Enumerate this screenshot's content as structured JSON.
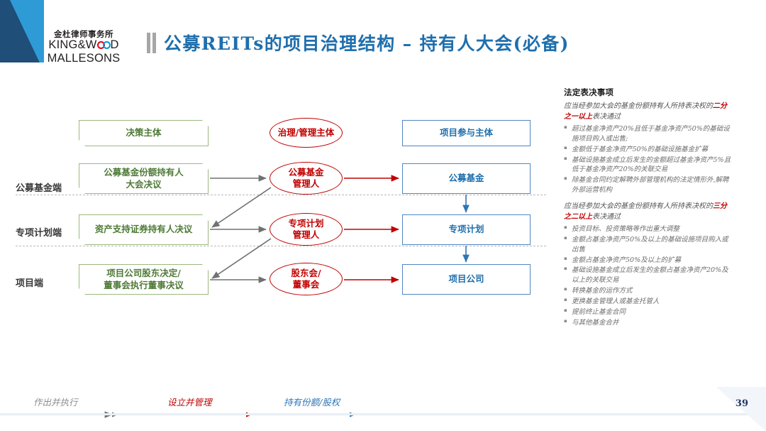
{
  "brand": {
    "cn_name": "金杜律师事务所",
    "en_line1": "KING&W",
    "en_line1_tail": "D",
    "en_line2": "MALLESONS",
    "navy": "#1f4e79",
    "blue": "#2e9bd6"
  },
  "title": "公募REITs的项目治理结构 – 持有人大会(必备)",
  "diagram": {
    "band_labels": [
      "公募基金端",
      "专项计划端",
      "项目端"
    ],
    "column_headers": {
      "decision": "决策主体",
      "governance": "治理/管理主体",
      "participant": "项目参与主体"
    },
    "rows": [
      {
        "decision": "公募基金份额持有人\n大会决议",
        "governance": "公募基金\n管理人",
        "participant": "公募基金"
      },
      {
        "decision": "资产支持证券持有人决议",
        "governance": "专项计划\n管理人",
        "participant": "专项计划"
      },
      {
        "decision": "项目公司股东决定/\n董事会执行董事决议",
        "governance": "股东会/\n董事会",
        "participant": "项目公司"
      }
    ]
  },
  "legend": [
    {
      "label": "作出并执行",
      "color": "#808080"
    },
    {
      "label": "设立并管理",
      "color": "#c00000"
    },
    {
      "label": "持有份额/股权",
      "color": "#2e75b6"
    }
  ],
  "panel": {
    "heading": "法定表决事项",
    "section1": {
      "lead_pre": "应当经参加大会的基金份额持有人所持表决权的",
      "lead_hl": "二分之一以上",
      "lead_post": "表决通过",
      "items": [
        "超过基金净资产20%且低于基金净资产50%的基础设施项目购入或出售;",
        "金额低于基金净资产50%的基础设施基金扩募",
        "基础设施基金成立后发生的金额超过基金净资产5%且低于基金净资产20%的关联交易",
        "除基金合同约定解聘外部管理机构的法定情形外,解聘外部运营机构"
      ]
    },
    "section2": {
      "lead_pre": "应当经参加大会的基金份额持有人所持表决权的",
      "lead_hl": "三分之二以上",
      "lead_post": "表决通过",
      "items": [
        "投资目标、投资策略等作出重大调整",
        "金额占基金净资产50%及以上的基础设施项目购入或出售",
        "金额占基金净资产50%及以上的扩募",
        "基础设施基金成立后发生的金额占基金净资产20%及以上的关联交易",
        "转换基金的运作方式",
        "更换基金管理人或基金托管人",
        "提前终止基金合同",
        "与其他基金合并"
      ]
    }
  },
  "page_number": "39"
}
